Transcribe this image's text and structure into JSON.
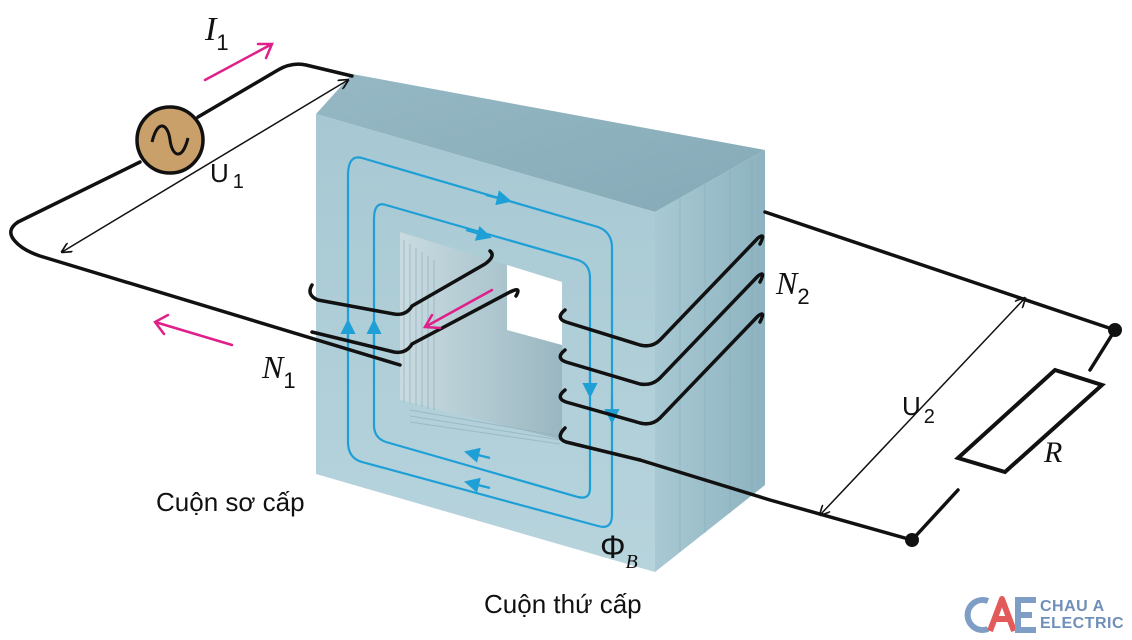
{
  "labels": {
    "i1_main": "I",
    "i1_sub": "1",
    "u1_main": "U",
    "u1_sub": "1",
    "n1_main": "N",
    "n1_sub": "1",
    "n2_main": "N",
    "n2_sub": "2",
    "u2_main": "U",
    "u2_sub": "2",
    "r": "R",
    "phi_main": "Φ",
    "phi_sub": "B"
  },
  "captions": {
    "primary": "Cuộn sơ cấp",
    "secondary": "Cuộn thứ cấp"
  },
  "logo": {
    "mark": "CAE",
    "line1": "CHAU A",
    "line2": "ELECTRIC"
  },
  "colors": {
    "core_front": "#9bc0cc",
    "core_top": "#8cb0bc",
    "core_side": "#9cc0cc",
    "flux": "#1e9fd6",
    "current_arrow": "#e0208a",
    "source_fill": "#c9a06a",
    "wire": "#111111"
  }
}
